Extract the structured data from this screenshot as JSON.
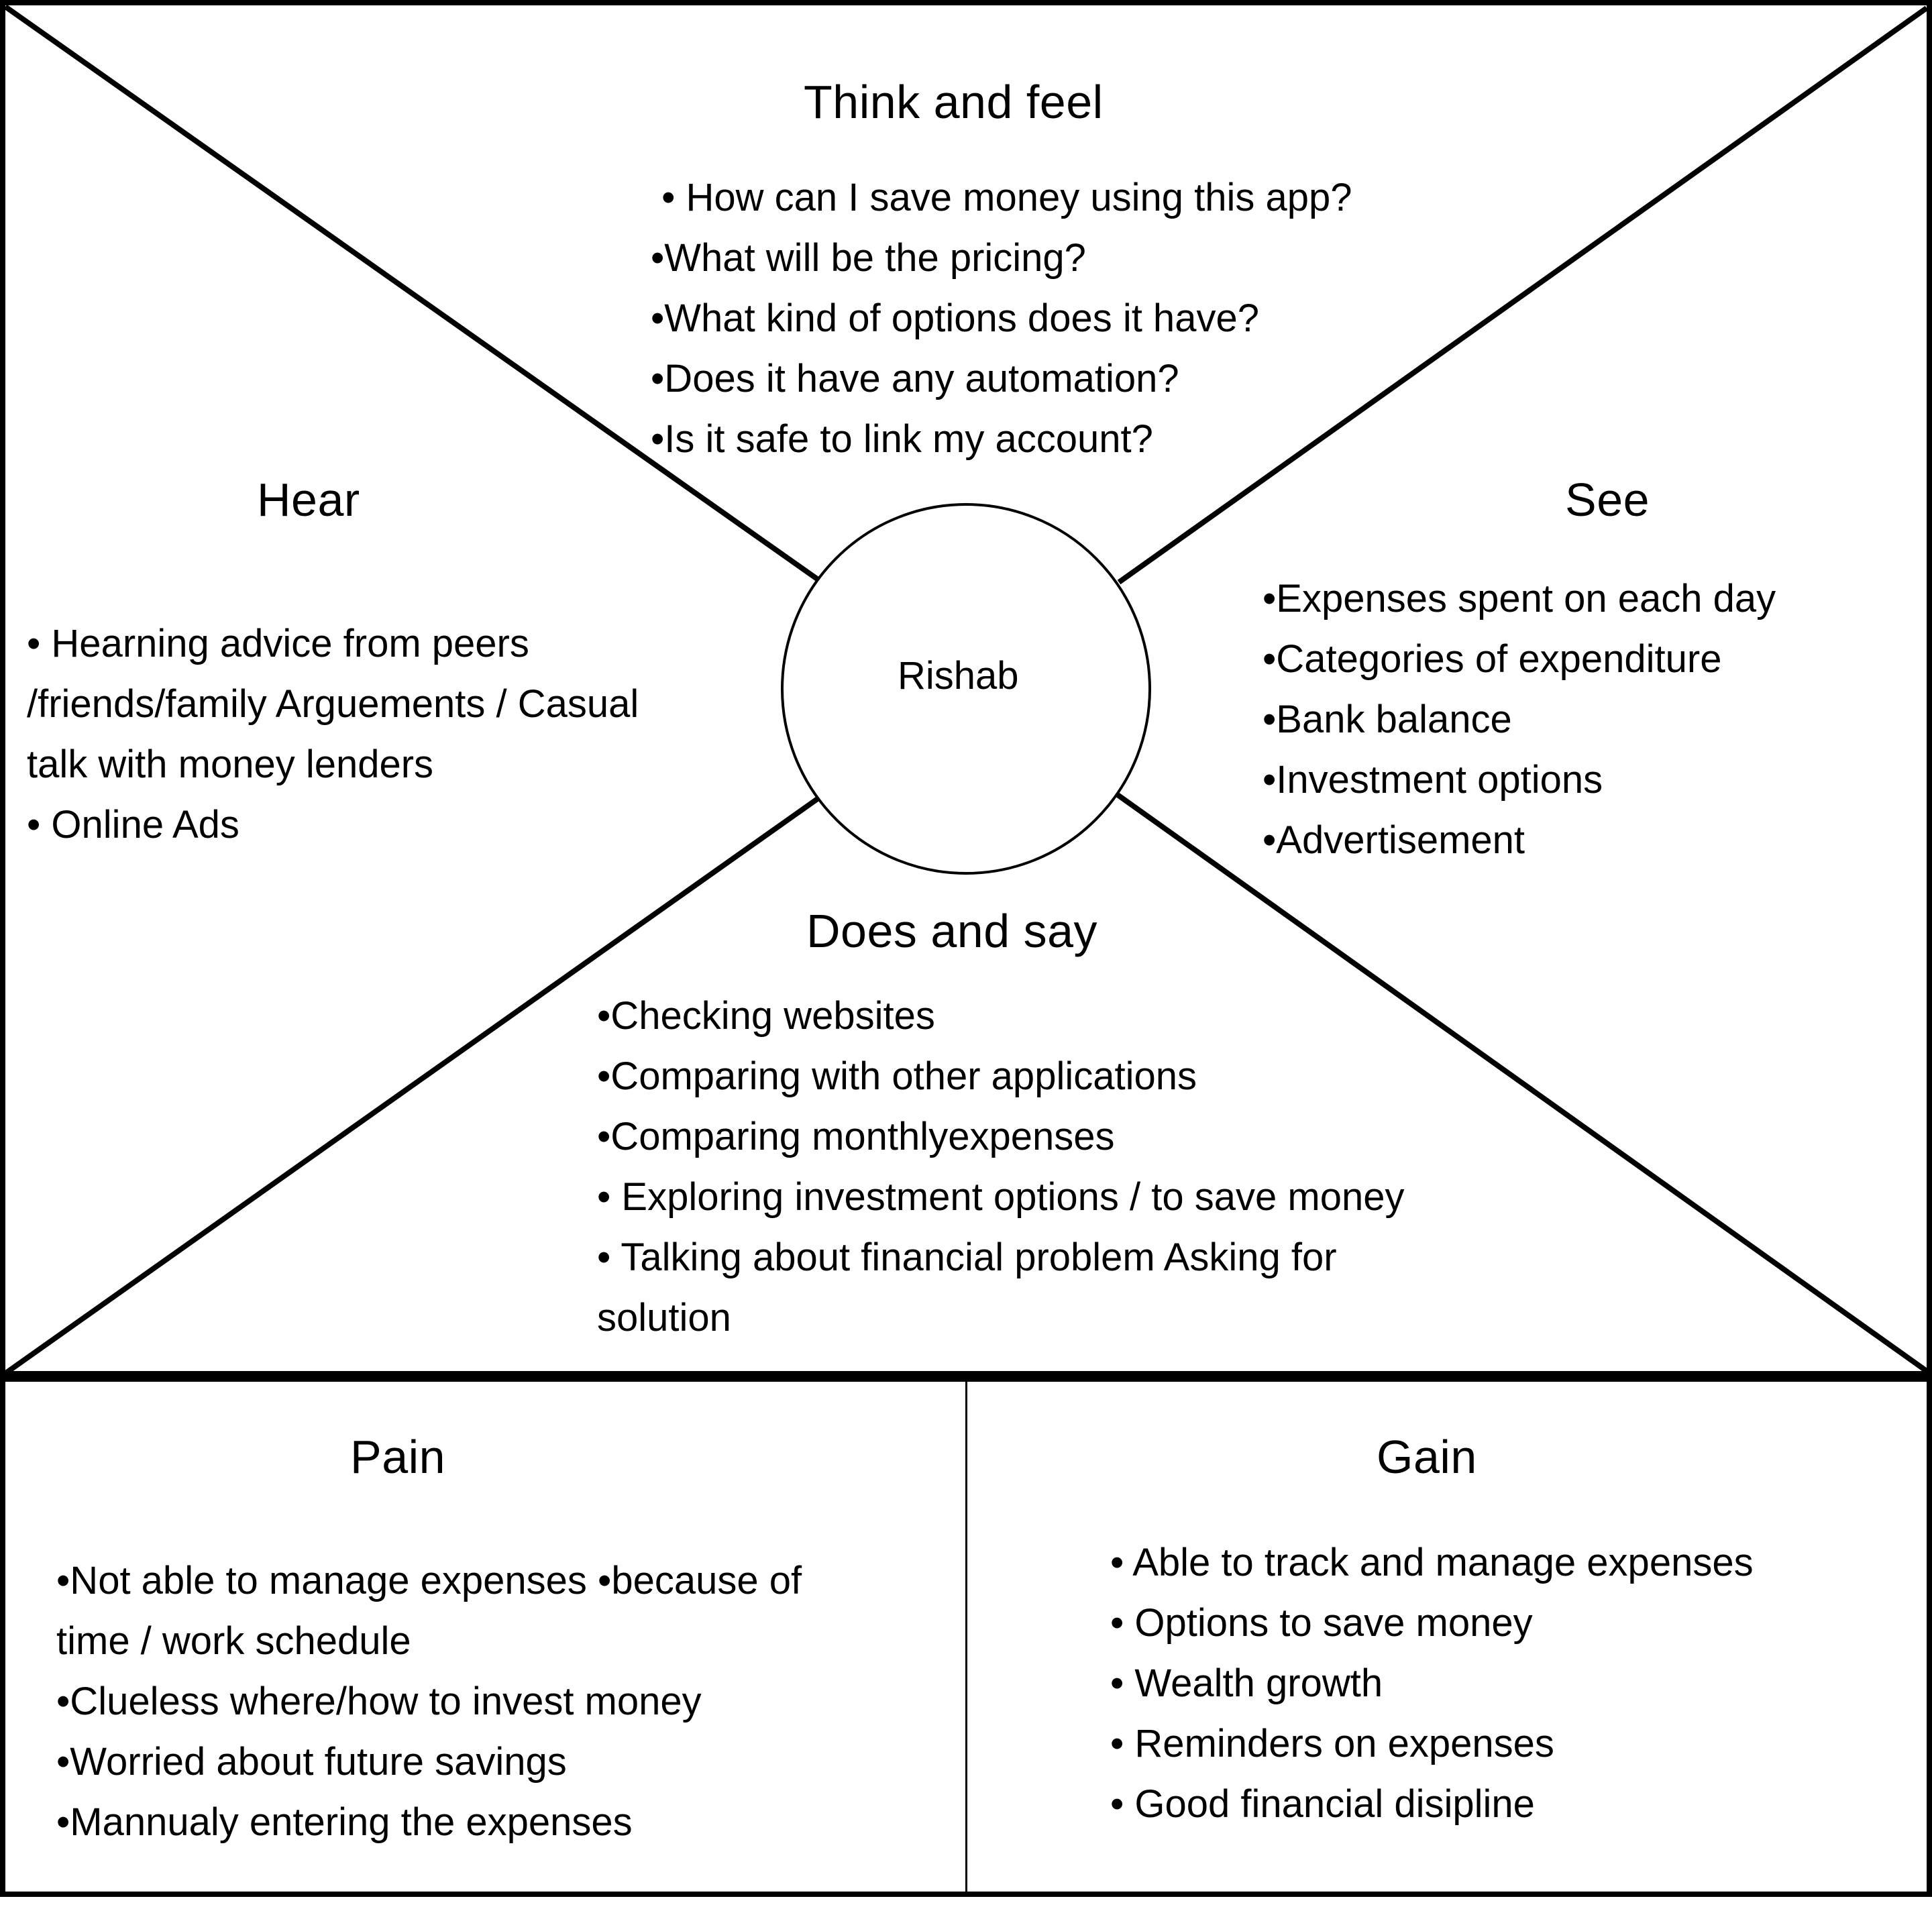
{
  "persona": {
    "name": "Rishab"
  },
  "think_and_feel": {
    "title": "Think and feel",
    "items": [
      " • How can I save money using this app?",
      "•What will be the pricing?",
      "•What kind of options does it have?",
      "•Does it have any automation?",
      "•Is it safe to link my account?"
    ]
  },
  "hear": {
    "title": "Hear",
    "items": [
      "• Hearning advice from peers",
      "/friends/family Arguements / Casual",
      "talk with money lenders",
      "• Online Ads"
    ]
  },
  "see": {
    "title": "See",
    "items": [
      "•Expenses spent on each day",
      "•Categories of expenditure",
      "•Bank balance",
      "•Investment options",
      "•Advertisement"
    ]
  },
  "does_and_say": {
    "title": "Does and say",
    "items": [
      "•Checking websites",
      "•Comparing with other applications",
      "•Comparing monthlyexpenses",
      "• Exploring investment options / to save money",
      "• Talking about financial problem Asking for",
      "solution"
    ]
  },
  "pain": {
    "title": "Pain",
    "items": [
      "•Not able to manage expenses •because of",
      "time / work schedule",
      "•Clueless where/how to invest money",
      "•Worried about future savings",
      "•Mannualy entering the expenses"
    ]
  },
  "gain": {
    "title": "Gain",
    "items": [
      "• Able to track and manage expenses",
      "• Options to save money",
      "• Wealth growth",
      "• Reminders on expenses",
      "• Good financial disipline"
    ]
  },
  "colors": {
    "line": "#000000",
    "background": "#ffffff",
    "text": "#000000"
  }
}
